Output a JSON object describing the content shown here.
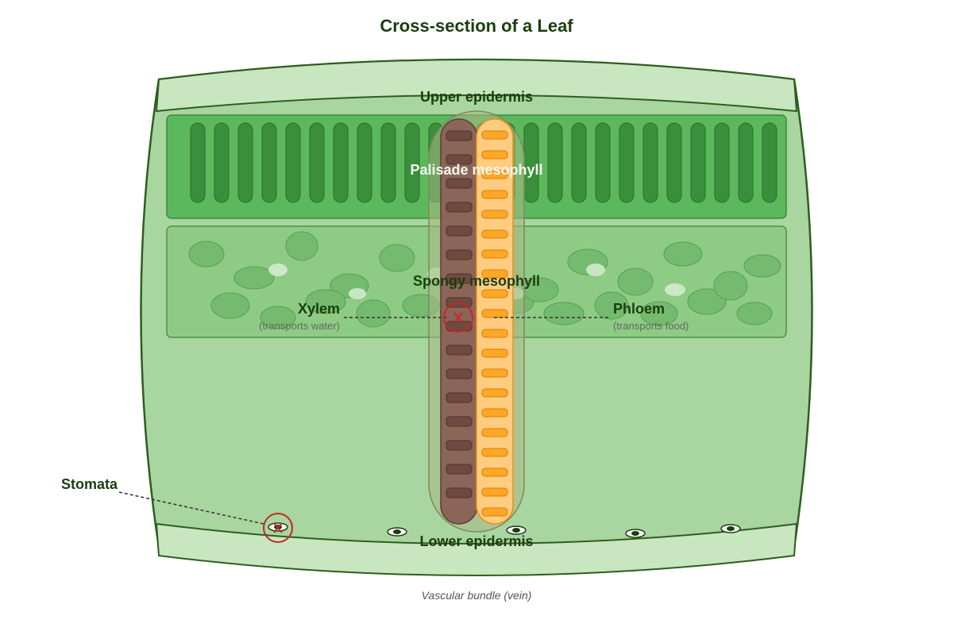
{
  "title": "Cross-section of a Leaf",
  "layers": {
    "upper_epidermis": "Upper epidermis",
    "palisade_mesophyll": "Palisade mesophyll",
    "spongy_mesophyll": "Spongy mesophyll",
    "lower_epidermis": "Lower epidermis"
  },
  "labels": {
    "xylem": {
      "name": "Xylem",
      "description": "(transports water)"
    },
    "phloem": {
      "name": "Phloem",
      "description": "(transports food)"
    },
    "stomata": "Stomata"
  },
  "caption": "Vascular bundle (vein)",
  "colors": {
    "leaf_fill": "#a9d5a0",
    "leaf_outline": "#2e5e1e",
    "epidermis": "#c8e6c0",
    "palisade_layer": "#5cb85c",
    "palisade_cell": "#3a8f3c",
    "spongy_layer": "#8ecb84",
    "spongy_cell": "#75bb6f",
    "xylem": "#8b6558",
    "xylem_cell": "#6e4a40",
    "phloem": "#ffcc80",
    "phloem_cell": "#ffa726",
    "marker": "#c62828",
    "text_dark": "#1b3d0f",
    "text_muted": "#666666"
  }
}
